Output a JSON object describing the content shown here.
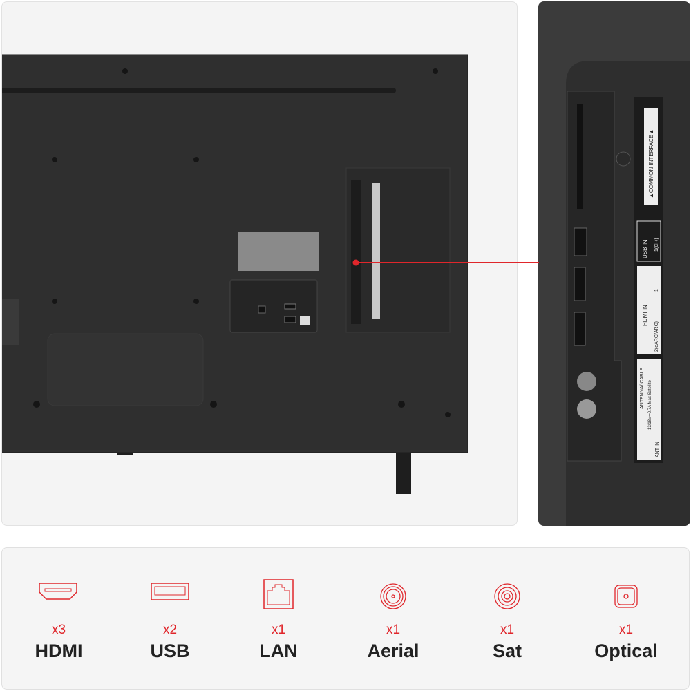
{
  "product_labels": {
    "common_interface": "▲COMMON INTERFACE▲",
    "usb_in": "USB IN",
    "usb_in_sub": "1(CI+)",
    "hdmi_in": "HDMI IN",
    "hdmi_in_1": "1",
    "hdmi_in_2": "2(eARC/ARC)",
    "antenna_cable": "ANTENNA/ CABLE",
    "satellite": "13/18V⎓0.7A Max Satellite",
    "ant_in": "ANT IN"
  },
  "accent_color": "#e0262b",
  "ports": [
    {
      "icon": "hdmi-icon",
      "count": "x3",
      "label": "HDMI"
    },
    {
      "icon": "usb-icon",
      "count": "x2",
      "label": "USB"
    },
    {
      "icon": "lan-icon",
      "count": "x1",
      "label": "LAN"
    },
    {
      "icon": "aerial-icon",
      "count": "x1",
      "label": "Aerial"
    },
    {
      "icon": "satellite-icon",
      "count": "x1",
      "label": "Sat"
    },
    {
      "icon": "optical-icon",
      "count": "x1",
      "label": "Optical"
    }
  ]
}
